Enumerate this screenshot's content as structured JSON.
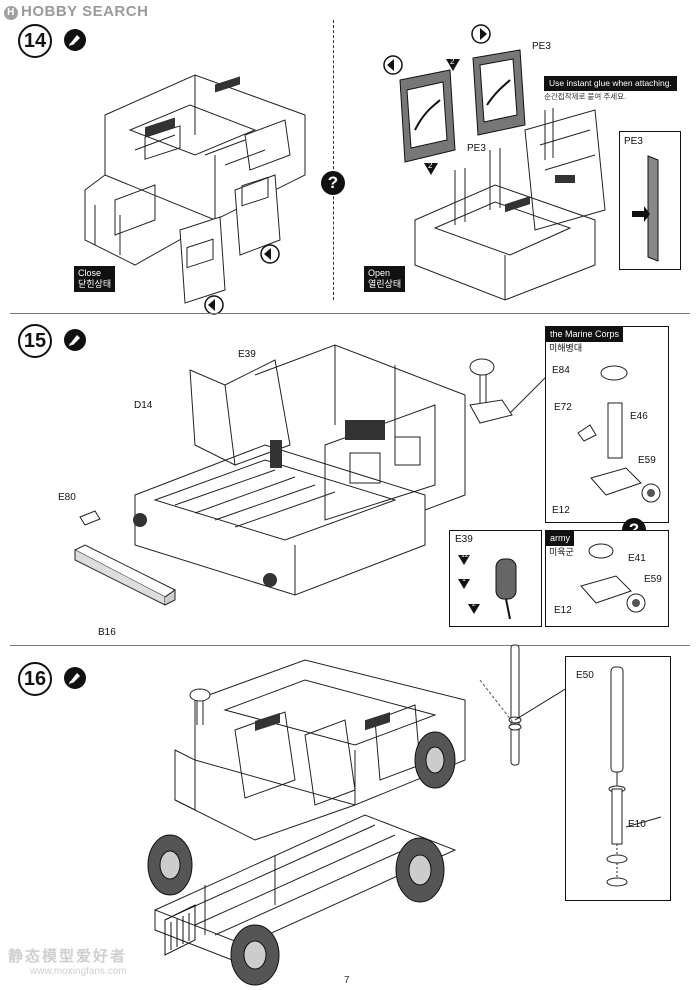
{
  "watermark_top": {
    "logo": "H",
    "text": "HOBBY SEARCH"
  },
  "steps": [
    {
      "number": "14"
    },
    {
      "number": "15"
    },
    {
      "number": "16"
    }
  ],
  "step14": {
    "close_en": "Close",
    "close_ko": "닫힌상태",
    "open_en": "Open",
    "open_ko": "열린상태",
    "pe3_left": "PE3",
    "pe3_right": "PE3",
    "pe3_box": "PE3",
    "num_2a": "2",
    "num_2b": "2",
    "glue_note_en": "Use instant glue when attaching.",
    "glue_note_ko": "순간접착제로 붙여 주세요.",
    "qmark": "?"
  },
  "step15": {
    "parts": {
      "e39": "E39",
      "d14": "D14",
      "e80": "E80",
      "b16": "B16"
    },
    "marine": {
      "title_en": "the Marine Corps",
      "title_ko": "미해병대",
      "e84": "E84",
      "e72": "E72",
      "e46": "E46",
      "e59": "E59",
      "e12": "E12"
    },
    "e39_box": {
      "title": "E39",
      "n12": "12",
      "n1": "1",
      "n2": "2"
    },
    "army": {
      "title_en": "army",
      "title_ko": "미육군",
      "e41": "E41",
      "e59": "E59",
      "e12": "E12"
    },
    "qmark": "?"
  },
  "step16": {
    "e50": "E50",
    "e10": "E10"
  },
  "watermark_bottom": {
    "cn": "静态模型爱好者",
    "url": "www.moxingfans.com"
  },
  "page_number": "7"
}
